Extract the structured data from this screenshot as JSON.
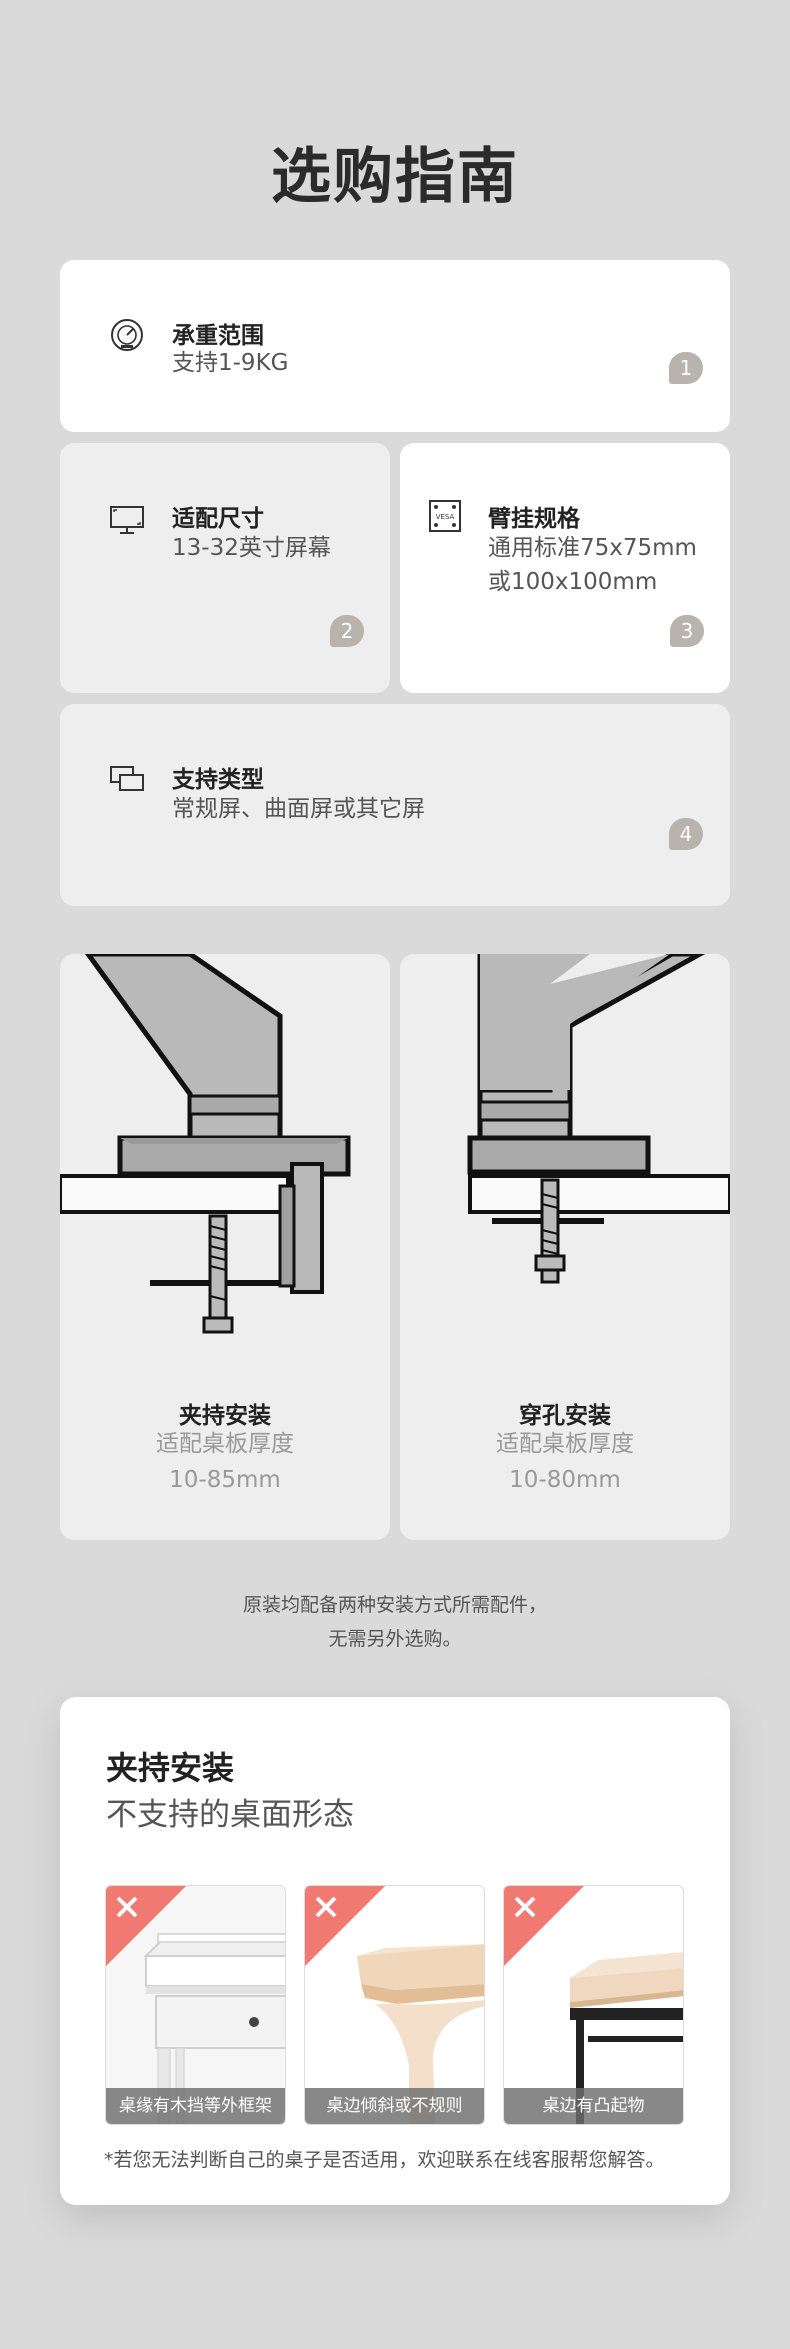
{
  "page_title": "选购指南",
  "specs": [
    {
      "title": "承重范围",
      "lines": [
        "支持1-9KG"
      ],
      "badge": "1",
      "icon": "gauge-icon"
    },
    {
      "title": "适配尺寸",
      "lines": [
        "13-32英寸屏幕"
      ],
      "badge": "2",
      "icon": "monitor-icon"
    },
    {
      "title": "臂挂规格",
      "lines": [
        "通用标准75x75mm",
        "或100x100mm"
      ],
      "badge": "3",
      "icon": "vesa-icon",
      "icon_text": "VESA"
    },
    {
      "title": "支持类型",
      "lines": [
        "常规屏、曲面屏或其它屏"
      ],
      "badge": "4",
      "icon": "dual-screen-icon"
    }
  ],
  "installs": [
    {
      "label": "夹持安装",
      "sub": [
        "适配桌板厚度",
        "10-85mm"
      ]
    },
    {
      "label": "穿孔安装",
      "sub": [
        "适配桌板厚度",
        "10-80mm"
      ]
    }
  ],
  "note": [
    "原装均配备两种安装方式所需配件，",
    "无需另外选购。"
  ],
  "unsupported": {
    "title": "夹持安装",
    "subtitle": "不支持的桌面形态",
    "items": [
      {
        "caption": "桌缘有木挡等外框架"
      },
      {
        "caption": "桌边倾斜或不规则"
      },
      {
        "caption": "桌边有凸起物"
      }
    ],
    "footnote": "*若您无法判断自己的桌子是否适用，欢迎联系在线客服帮您解答。"
  },
  "colors": {
    "background": "#dadada",
    "badge": "#b8b3ac",
    "warning": "#f07a72",
    "metal": "#b9b9b9"
  }
}
